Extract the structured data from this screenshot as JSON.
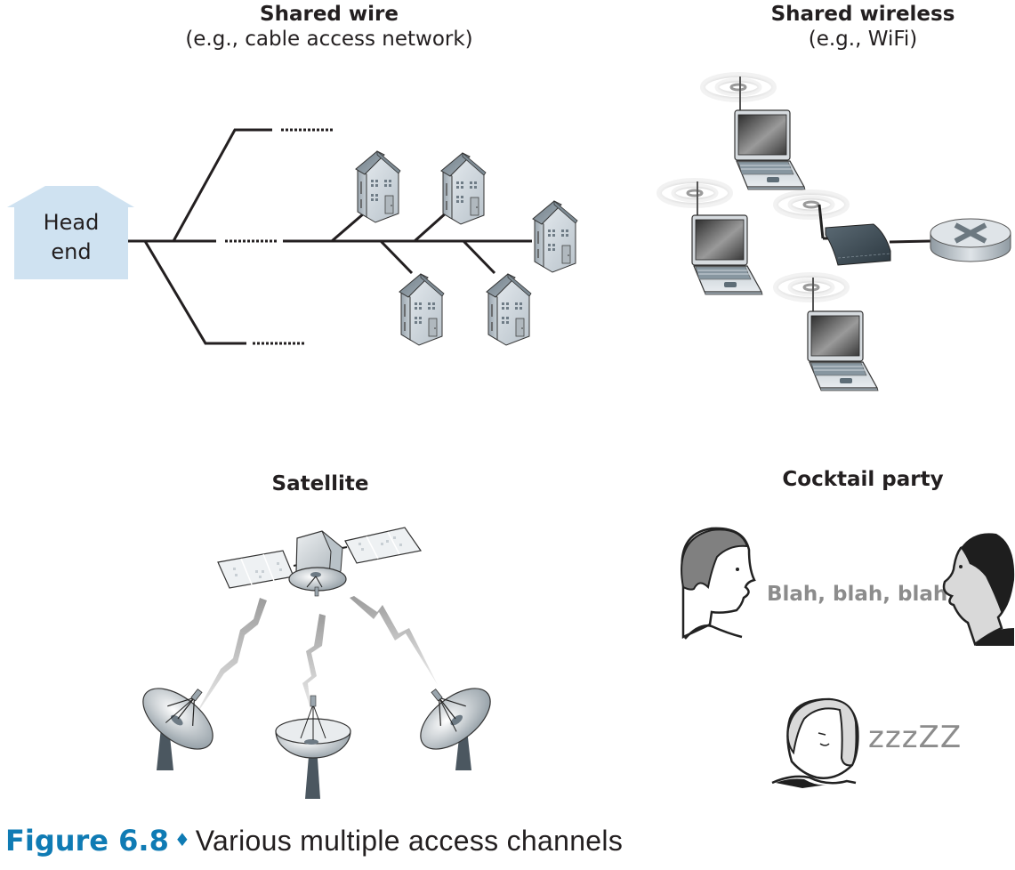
{
  "panels": {
    "shared_wire": {
      "title": "Shared wire",
      "subtitle": "(e.g., cable access network)",
      "head_end_line1": "Head",
      "head_end_line2": "end",
      "house_count": 5
    },
    "shared_wireless": {
      "title": "Shared wireless",
      "subtitle": "(e.g., WiFi)",
      "laptop_count": 3,
      "devices": [
        "laptop",
        "laptop",
        "laptop",
        "access-point",
        "router"
      ]
    },
    "satellite": {
      "title": "Satellite",
      "dish_count": 3
    },
    "cocktail_party": {
      "title": "Cocktail party",
      "speech": "Blah, blah, blah",
      "snore": "zzzZZ"
    }
  },
  "caption": {
    "figure_label": "Figure 6.8",
    "separator": "♦",
    "description": "Various multiple access channels"
  },
  "colors": {
    "caption_blue": "#0f7bb4",
    "head_end_fill": "#cfe2f1",
    "text_dark": "#231f20",
    "speech_gray": "#8c8c8c"
  }
}
